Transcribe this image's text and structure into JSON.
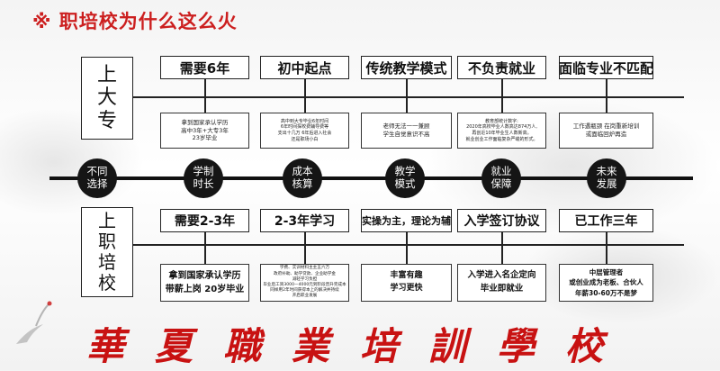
{
  "heading": "※ 职培校为什么这么火",
  "upper_row": {
    "label": [
      "上",
      "大",
      "专"
    ],
    "items": [
      {
        "title": "需要6年",
        "detail": [
          "拿到国家承认学历",
          "高中3年+大专3年",
          "23岁毕业"
        ]
      },
      {
        "title": "初中起点",
        "detail": [
          "高中到大专毕业6年时间",
          "6年时间探校费辅导费等",
          "支出十几万 6年后进入社会",
          "还是职场小白"
        ]
      },
      {
        "title": "传统教学模式",
        "detail": [
          "老师无法一一兼顾",
          "学生自觉意识不高"
        ]
      },
      {
        "title": "不负责就业",
        "detail": [
          "教育部统计数字:",
          "2020年高校毕业人数高达874万人,",
          "再创近10年毕业生人数新高。",
          "就业创业工作面临复杂严峻的形式。"
        ]
      },
      {
        "title": "面临专业不匹配",
        "detail": [
          "工作遇瓶颈  在岗重新培训",
          "或面临回炉再造"
        ]
      }
    ]
  },
  "categories": [
    [
      "不同",
      "选择"
    ],
    [
      "学制",
      "时长"
    ],
    [
      "成本",
      "核算"
    ],
    [
      "教学",
      "模式"
    ],
    [
      "就业",
      "保障"
    ],
    [
      "未来",
      "发展"
    ]
  ],
  "lower_row": {
    "label": [
      "上",
      "职",
      "培",
      "校"
    ],
    "items": [
      {
        "title": "需要2-3年",
        "detail": [
          "拿到国家承认学历",
          "带薪上岗  20岁毕业"
        ]
      },
      {
        "title": "2-3年学习",
        "detail": [
          "学费、实训材料主主五六万",
          "政府补助、助学贷款、企业助学金",
          "减轻学习负担",
          "毕业后工资3000—4000元到阶段晋升完成本",
          "同样用2年时间获得本上的解决并持续",
          "开启职业发展"
        ]
      },
      {
        "title": "实操为主，理论为辅",
        "detail": [
          "丰富有趣",
          "学习更快"
        ]
      },
      {
        "title": "入学签订协议",
        "detail": [
          "入学进入名企定向",
          "毕业即就业"
        ]
      },
      {
        "title": "已工作三年",
        "detail": [
          "中层管理者",
          "或创业成为老板、合伙人",
          "年薪30-60万不是梦"
        ]
      }
    ]
  },
  "school_name": "華夏職業培訓學校",
  "colors": {
    "accent": "#cc1f1f",
    "line": "#111111",
    "school_text": "#c81212"
  },
  "icons": [
    "crane-icon"
  ]
}
